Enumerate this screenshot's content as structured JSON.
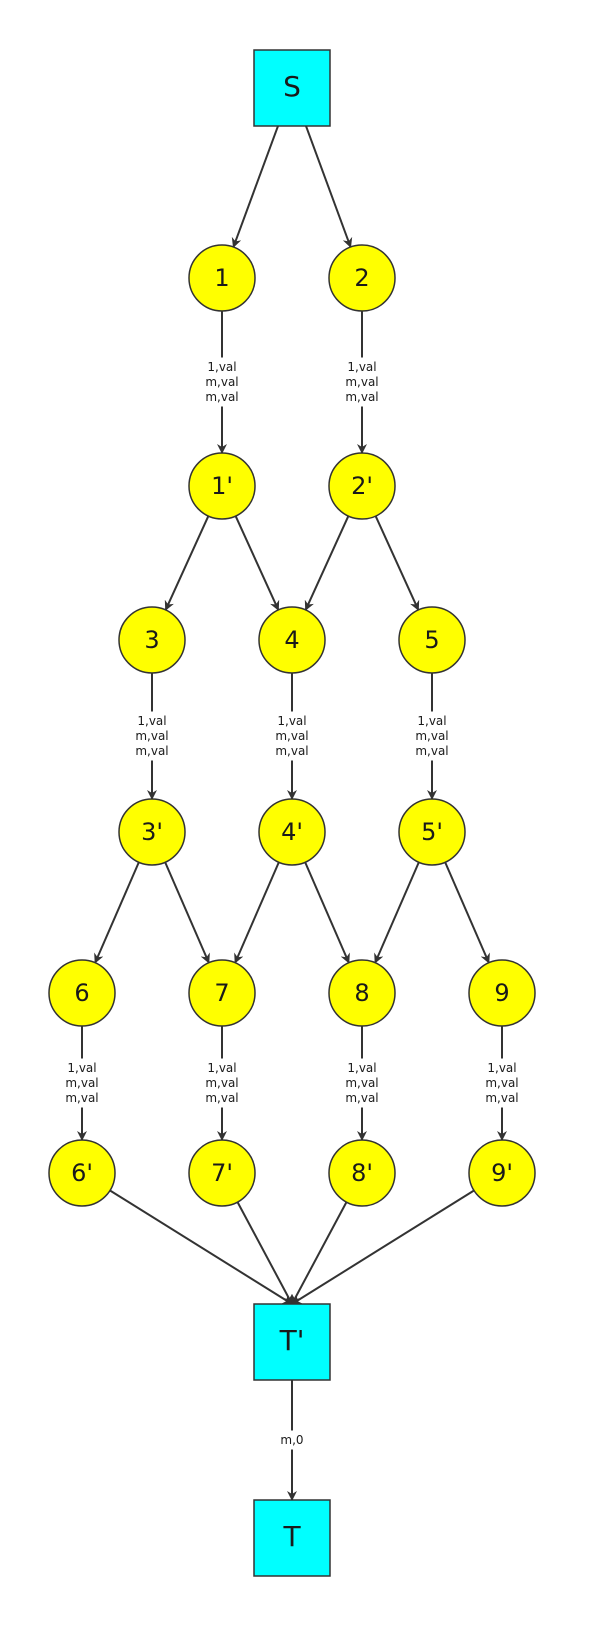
{
  "colors": {
    "circle_fill": "#ffff00",
    "rect_fill": "#00ffff",
    "stroke": "#333333"
  },
  "nodes": {
    "S": {
      "label": "S",
      "shape": "rect"
    },
    "n1": {
      "label": "1",
      "shape": "circle"
    },
    "n2": {
      "label": "2",
      "shape": "circle"
    },
    "n1p": {
      "label": "1'",
      "shape": "circle"
    },
    "n2p": {
      "label": "2'",
      "shape": "circle"
    },
    "n3": {
      "label": "3",
      "shape": "circle"
    },
    "n4": {
      "label": "4",
      "shape": "circle"
    },
    "n5": {
      "label": "5",
      "shape": "circle"
    },
    "n3p": {
      "label": "3'",
      "shape": "circle"
    },
    "n4p": {
      "label": "4'",
      "shape": "circle"
    },
    "n5p": {
      "label": "5'",
      "shape": "circle"
    },
    "n6": {
      "label": "6",
      "shape": "circle"
    },
    "n7": {
      "label": "7",
      "shape": "circle"
    },
    "n8": {
      "label": "8",
      "shape": "circle"
    },
    "n9": {
      "label": "9",
      "shape": "circle"
    },
    "n6p": {
      "label": "6'",
      "shape": "circle"
    },
    "n7p": {
      "label": "7'",
      "shape": "circle"
    },
    "n8p": {
      "label": "8'",
      "shape": "circle"
    },
    "n9p": {
      "label": "9'",
      "shape": "circle"
    },
    "Tp": {
      "label": "T'",
      "shape": "rect"
    },
    "T": {
      "label": "T",
      "shape": "rect"
    }
  },
  "edge_labels": {
    "split": [
      "1,val",
      "m,val",
      "m,val"
    ],
    "sink": [
      "m,0"
    ]
  },
  "edges": [
    {
      "from": "S",
      "to": "n1"
    },
    {
      "from": "S",
      "to": "n2"
    },
    {
      "from": "n1",
      "to": "n1p",
      "label": "split"
    },
    {
      "from": "n2",
      "to": "n2p",
      "label": "split"
    },
    {
      "from": "n1p",
      "to": "n3"
    },
    {
      "from": "n1p",
      "to": "n4"
    },
    {
      "from": "n2p",
      "to": "n4"
    },
    {
      "from": "n2p",
      "to": "n5"
    },
    {
      "from": "n3",
      "to": "n3p",
      "label": "split"
    },
    {
      "from": "n4",
      "to": "n4p",
      "label": "split"
    },
    {
      "from": "n5",
      "to": "n5p",
      "label": "split"
    },
    {
      "from": "n3p",
      "to": "n6"
    },
    {
      "from": "n3p",
      "to": "n7"
    },
    {
      "from": "n4p",
      "to": "n7"
    },
    {
      "from": "n4p",
      "to": "n8"
    },
    {
      "from": "n5p",
      "to": "n8"
    },
    {
      "from": "n5p",
      "to": "n9"
    },
    {
      "from": "n6",
      "to": "n6p",
      "label": "split"
    },
    {
      "from": "n7",
      "to": "n7p",
      "label": "split"
    },
    {
      "from": "n8",
      "to": "n8p",
      "label": "split"
    },
    {
      "from": "n9",
      "to": "n9p",
      "label": "split"
    },
    {
      "from": "n6p",
      "to": "Tp"
    },
    {
      "from": "n7p",
      "to": "Tp"
    },
    {
      "from": "n8p",
      "to": "Tp"
    },
    {
      "from": "n9p",
      "to": "Tp"
    },
    {
      "from": "Tp",
      "to": "T",
      "label": "sink"
    }
  ]
}
